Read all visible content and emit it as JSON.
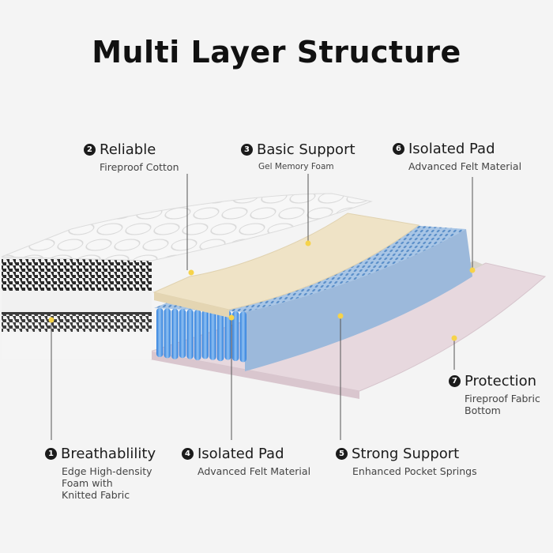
{
  "title": "Multi Layer Structure",
  "labels": [
    {
      "number": "2",
      "heading": "Reliable",
      "subtitle": "Fireproof Cotton"
    },
    {
      "number": "3",
      "heading": "Basic Support",
      "subtitle": "Gel Memory Foam"
    },
    {
      "number": "6",
      "heading": "Isolated Pad",
      "subtitle": "Advanced Felt Material"
    },
    {
      "number": "7",
      "heading": "Protection",
      "subtitle": "Fireproof Fabric\nBottom"
    },
    {
      "number": "1",
      "heading": "Breathablility",
      "subtitle": "Edge High-density\nFoam with\nKnitted Fabric"
    },
    {
      "number": "4",
      "heading": "Isolated Pad",
      "subtitle": "Advanced Felt Material"
    },
    {
      "number": "5",
      "heading": "Strong Support",
      "subtitle": "Enhanced Pocket Springs"
    }
  ],
  "colors": {
    "quilt_top": "#f7f7f7",
    "houndstooth": "#2a2a2a",
    "memory_foam": "#efe3c6",
    "felt_pad": "#e4e2dd",
    "springs": "#3f8fe0",
    "bottom_fabric": "#e7d8de",
    "marker": "#f6d34a"
  }
}
